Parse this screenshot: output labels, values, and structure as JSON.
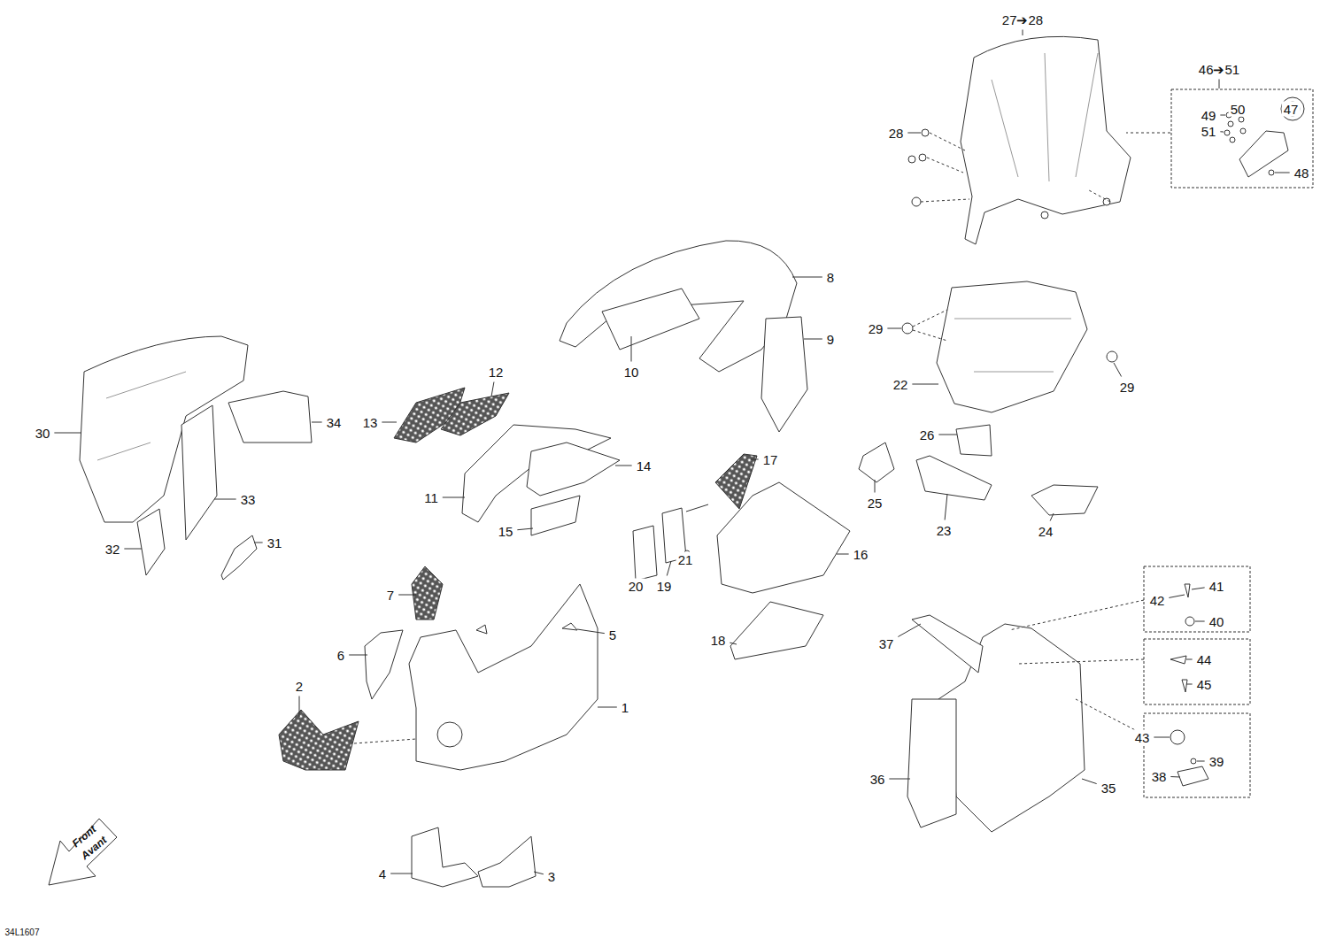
{
  "diagram": {
    "labels": [
      "27➔28",
      "46➔51",
      "28",
      "49",
      "50",
      "47",
      "51",
      "48",
      "8",
      "29",
      "29",
      "9",
      "22",
      "10",
      "12",
      "13",
      "30",
      "34",
      "26",
      "17",
      "14",
      "11",
      "33",
      "25",
      "16",
      "23",
      "24",
      "15",
      "32",
      "31",
      "21",
      "20",
      "19",
      "41",
      "42",
      "40",
      "7",
      "5",
      "6",
      "18",
      "37",
      "1",
      "44",
      "45",
      "2",
      "43",
      "39",
      "38",
      "36",
      "35",
      "4",
      "3",
      "Front",
      "Avant",
      "34L1607"
    ]
  }
}
